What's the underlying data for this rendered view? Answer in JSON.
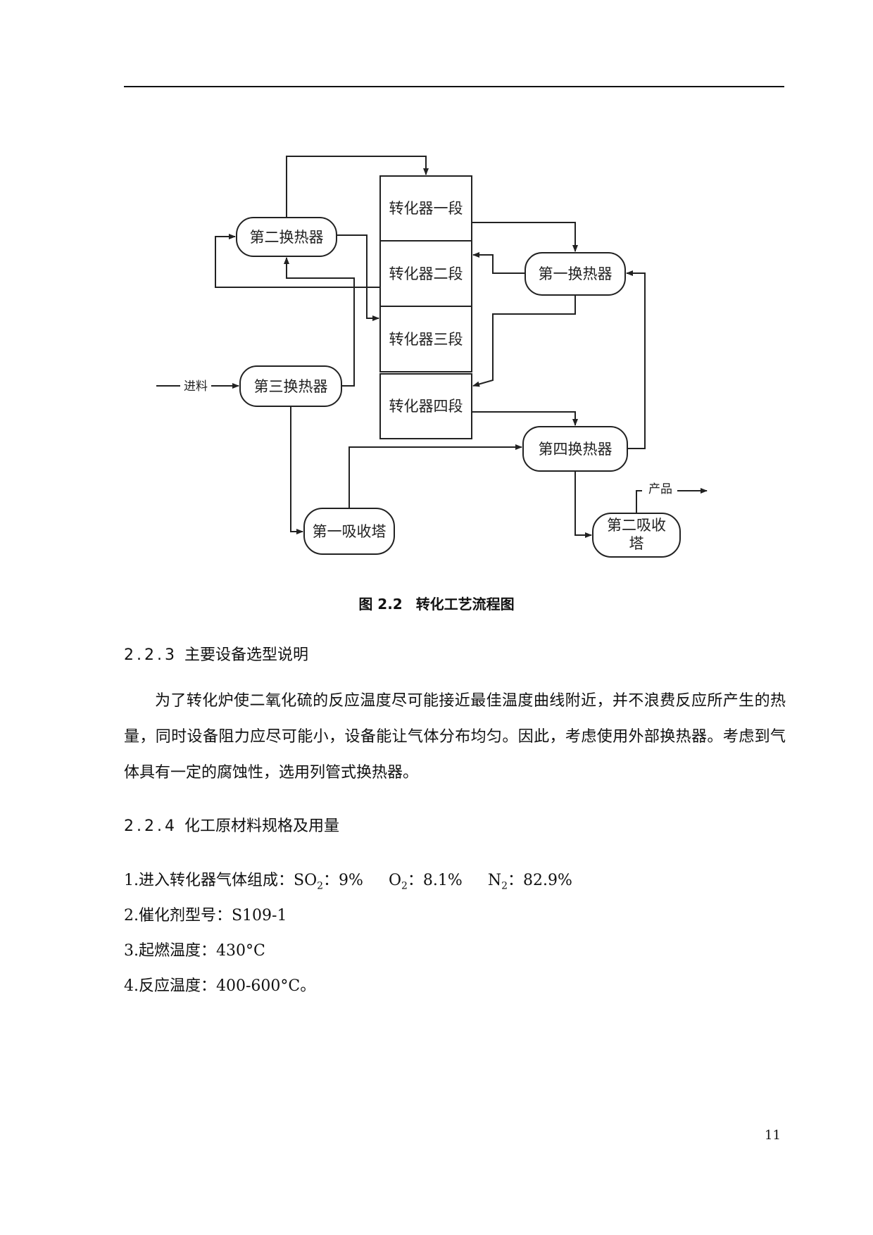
{
  "figure": {
    "reactor_sections": [
      "转化器一段",
      "转化器二段",
      "转化器三段",
      "转化器四段"
    ],
    "heat_exchangers": {
      "first": "第一换热器",
      "second": "第二换热器",
      "third": "第三换热器",
      "fourth": "第四换热器"
    },
    "absorbers": {
      "first": "第一吸收塔",
      "second_line1": "第二吸收",
      "second_line2": "塔"
    },
    "feed_label": "进料",
    "product_label": "产品",
    "caption_number": "图 2.2",
    "caption_title": "转化工艺流程图"
  },
  "section_223": {
    "number": "2.2.3",
    "title": "主要设备选型说明"
  },
  "paragraph_223": "为了转化炉使二氧化硫的反应温度尽可能接近最佳温度曲线附近，并不浪费反应所产生的热量，同时设备阻力应尽可能小，设备能让气体分布均匀。因此，考虑使用外部换热器。考虑到气体具有一定的腐蚀性，选用列管式换热器。",
  "section_224": {
    "number": "2.2.4",
    "title": "化工原材料规格及用量"
  },
  "list": {
    "item1_prefix": "1.进入转化器气体组成：",
    "so2_label": "SO",
    "so2_sub": "2",
    "so2_value": "：9%",
    "o2_label": "O",
    "o2_sub": "2",
    "o2_value": "：8.1%",
    "n2_label": "N",
    "n2_sub": "2",
    "n2_value": "：82.9%",
    "item2": "2.催化剂型号：S109-1",
    "item3": "3.起燃温度：430°C",
    "item4": "4.反应温度：400-600°C。"
  },
  "page_number": "11"
}
